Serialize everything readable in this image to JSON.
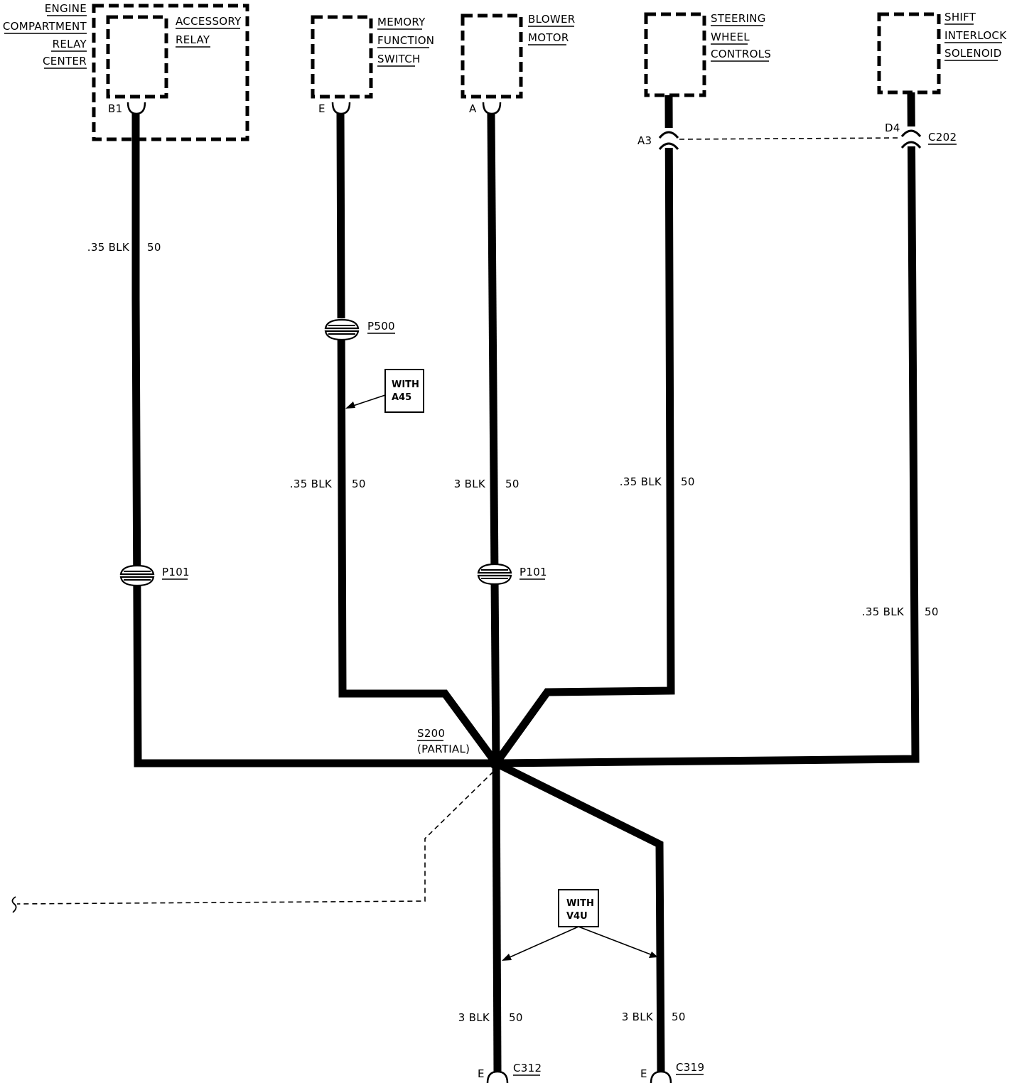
{
  "components": {
    "engine_compartment": [
      "ENGINE",
      "COMPARTMENT",
      "RELAY",
      "CENTER"
    ],
    "accessory_relay": [
      "ACCESSORY",
      "RELAY"
    ],
    "memory_function_switch": [
      "MEMORY",
      "FUNCTION",
      "SWITCH"
    ],
    "blower_motor": [
      "BLOWER",
      "MOTOR"
    ],
    "steering_wheel_controls": [
      "STEERING",
      "WHEEL",
      "CONTROLS"
    ],
    "shift_interlock_solenoid": [
      "SHIFT",
      "INTERLOCK",
      "SOLENOID"
    ]
  },
  "pins": {
    "b1": "B1",
    "e_memory": "E",
    "a_blower": "A",
    "a3": "A3",
    "d4": "D4",
    "e_c312": "E",
    "e_c319": "E"
  },
  "connectors": {
    "c202": "C202",
    "p500": "P500",
    "p101_left": "P101",
    "p101_mid": "P101",
    "c312": "C312",
    "c319": "C319"
  },
  "splice": {
    "name": "S200",
    "note": "(PARTIAL)"
  },
  "option_boxes": {
    "a45": [
      "WITH",
      "A45"
    ],
    "v4u": [
      "WITH",
      "V4U"
    ]
  },
  "wires": {
    "w1": {
      "size_color": ".35 BLK",
      "circuit": "50"
    },
    "w2": {
      "size_color": ".35 BLK",
      "circuit": "50"
    },
    "w3": {
      "size_color": "3 BLK",
      "circuit": "50"
    },
    "w4": {
      "size_color": ".35 BLK",
      "circuit": "50"
    },
    "w5": {
      "size_color": ".35 BLK",
      "circuit": "50"
    },
    "w6": {
      "size_color": "3 BLK",
      "circuit": "50"
    },
    "w7": {
      "size_color": "3 BLK",
      "circuit": "50"
    }
  }
}
